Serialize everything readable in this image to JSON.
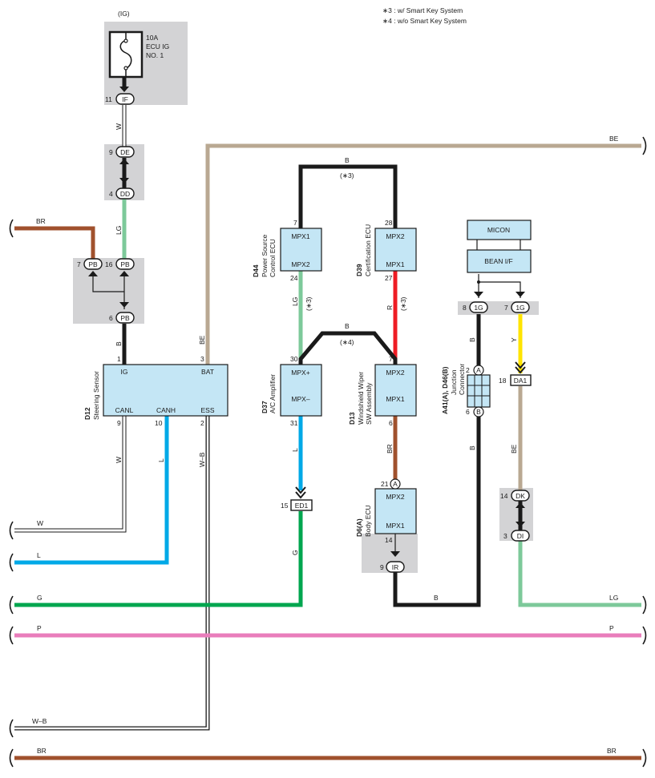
{
  "notes": {
    "n3": "∗3 : w/ Smart Key System",
    "n4": "∗4 : w/o Smart Key System"
  },
  "fuse": {
    "ig": "(IG)",
    "amp": "10A",
    "name1": "ECU IG",
    "name2": "NO. 1",
    "pin": "11",
    "conn": "IF"
  },
  "wires": {
    "w_fuse": "W",
    "lg_left": "LG",
    "br_top": "BR",
    "b_sensor": "B",
    "be_sensor": "BE",
    "be_top": "BE",
    "b_top": "B",
    "b_top_note": "(∗3)",
    "lg_ac": "LG",
    "lg_ac_note": "(∗3)",
    "b_mid": "B",
    "b_mid_note": "(∗4)",
    "r_cert": "R",
    "r_cert_note": "(∗3)",
    "b_jc_top": "B",
    "y_jc": "Y",
    "b_jc_bot": "B",
    "be_jc": "BE",
    "l_ac": "L",
    "g_ac": "G",
    "br_body": "BR",
    "b_bottom": "B",
    "w_canl": "W",
    "l_canh": "L",
    "wb_ess": "W–B"
  },
  "buses": {
    "w": "W",
    "l": "L",
    "g": "G",
    "lg": "LG",
    "p_left": "P",
    "p_right": "P",
    "wb": "W–B",
    "br_left": "BR",
    "br_right": "BR"
  },
  "connectors": {
    "de_pin": "9",
    "de": "DE",
    "dd_pin": "4",
    "dd": "DD",
    "pb7_pin": "7",
    "pb7": "PB",
    "pb16_pin": "16",
    "pb16": "PB",
    "pb6_pin": "6",
    "pb6": "PB",
    "ed1_pin": "15",
    "ed1": "ED1",
    "ir_pin": "9",
    "ir": "IR",
    "g1a_pin": "8",
    "g1a": "1G",
    "g1b_pin": "7",
    "g1b": "1G",
    "da1_pin": "18",
    "da1": "DA1",
    "dk_pin": "14",
    "dk": "DK",
    "di_pin": "3",
    "di": "DI"
  },
  "steering_sensor": {
    "code": "D12",
    "name": "Steering Sensor",
    "ig": "IG",
    "bat": "BAT",
    "canl": "CANL",
    "canh": "CANH",
    "ess": "ESS",
    "p_ig": "1",
    "p_bat": "3",
    "p_canl": "9",
    "p_canh": "10",
    "p_ess": "2"
  },
  "power_ecu": {
    "code": "D44",
    "name1": "Power Source",
    "name2": "Control ECU",
    "t1": "MPX1",
    "t2": "MPX2",
    "p1": "7",
    "p2": "24"
  },
  "cert_ecu": {
    "code": "D39",
    "name1": "Certification ECU",
    "t1": "MPX2",
    "t2": "MPX1",
    "p1": "28",
    "p2": "27"
  },
  "ac_amp": {
    "code": "D37",
    "name1": "A/C Amplifier",
    "t1": "MPX+",
    "t2": "MPX–",
    "p1": "30",
    "p2": "31"
  },
  "wiper": {
    "code": "D13",
    "name1": "Windshield Wiper",
    "name2": "SW Assembly",
    "t1": "MPX2",
    "t2": "MPX1",
    "p1": "7",
    "p2": "6"
  },
  "body_ecu": {
    "code": "D6(A)",
    "name1": "Body ECU",
    "t1": "MPX2",
    "t2": "MPX1",
    "p_in": "21",
    "p_in_tag": "A",
    "p_out": "14"
  },
  "micon": {
    "label": "MICON"
  },
  "bean": {
    "label": "BEAN I/F"
  },
  "junction": {
    "code": "A41(A), D46(B)",
    "name1": "Junction",
    "name2": "Connector",
    "p_a": "2",
    "tag_a": "A",
    "p_b": "6",
    "tag_b": "B"
  },
  "colors": {
    "black": "#1a1a1a",
    "beige": "#b9a892",
    "brown": "#a0512d",
    "lightgreen": "#7dc99a",
    "green": "#00a64f",
    "blue": "#00a9e7",
    "pink": "#e97dbb",
    "red": "#ee1c24",
    "yellow": "#ffe400",
    "ecu_fill": "#c4e6f5",
    "shade": "#d3d3d5"
  }
}
